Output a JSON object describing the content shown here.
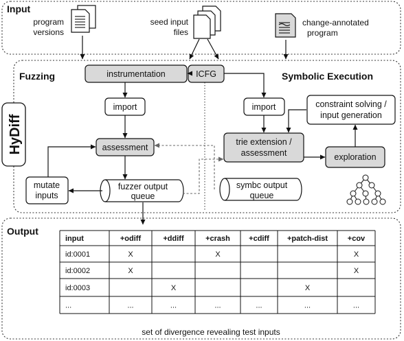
{
  "sections": {
    "input": "Input",
    "fuzzing": "Fuzzing",
    "symbolic": "Symbolic Execution",
    "output": "Output",
    "tool": "HyDiff"
  },
  "inputs": {
    "program_versions": [
      "program",
      "versions"
    ],
    "seed_files": [
      "seed input",
      "files"
    ],
    "change_program": [
      "change-annotated",
      "program"
    ]
  },
  "nodes": {
    "instrumentation": "instrumentation",
    "icfg": "ICFG",
    "import_fuzz": "import",
    "import_sym": "import",
    "assessment": "assessment",
    "trie": [
      "trie extension /",
      "assessment"
    ],
    "constraint": [
      "constraint solving /",
      "input generation"
    ],
    "exploration": "exploration",
    "mutate": [
      "mutate",
      "inputs"
    ],
    "fuzz_queue": [
      "fuzzer output",
      "queue"
    ],
    "sym_queue": [
      "symbc output",
      "queue"
    ]
  },
  "table": {
    "headers": [
      "input",
      "+odiff",
      "+ddiff",
      "+crash",
      "+cdiff",
      "+patch-dist",
      "+cov"
    ],
    "rows": [
      [
        "id:0001",
        "X",
        "",
        "X",
        "",
        "",
        "X"
      ],
      [
        "id:0002",
        "X",
        "",
        "",
        "",
        "",
        "X"
      ],
      [
        "id:0003",
        "",
        "X",
        "",
        "",
        "X",
        ""
      ],
      [
        "...",
        "...",
        "...",
        "...",
        "...",
        "...",
        "..."
      ]
    ],
    "caption": "set of divergence revealing test inputs"
  }
}
